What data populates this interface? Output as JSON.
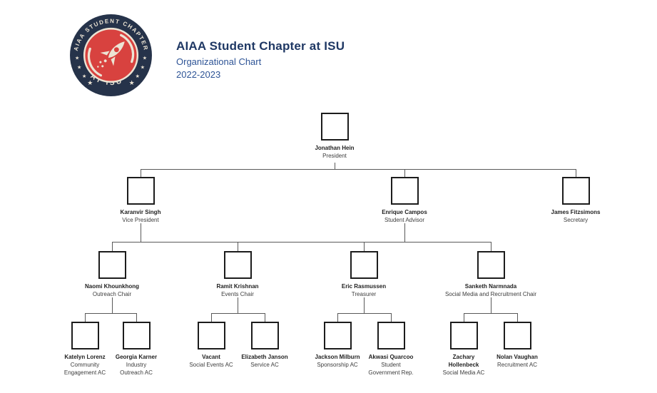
{
  "header": {
    "title": "AIAA Student Chapter at ISU",
    "subtitle": "Organizational Chart",
    "year": "2022-2023",
    "title_color": "#1f3864",
    "subtitle_color": "#2e5496"
  },
  "logo": {
    "top_text": "AIAA STUDENT CHAPTER",
    "bottom_text": "AT ISU™",
    "navy": "#26334a",
    "red": "#d8423f",
    "cream": "#ece4d4",
    "star_icon": "★",
    "center_icon": "rocket"
  },
  "org": {
    "nodes": [
      {
        "name": "Jonathan Hein",
        "role": "President"
      },
      {
        "name": "Karanvir Singh",
        "role": "Vice President"
      },
      {
        "name": "Enrique Campos",
        "role": "Student Advisor"
      },
      {
        "name": "James Fitzsimons",
        "role": "Secretary"
      },
      {
        "name": "Naomi Khounkhong",
        "role": "Outreach Chair"
      },
      {
        "name": "Ramit Krishnan",
        "role": "Events Chair"
      },
      {
        "name": "Eric Rasmussen",
        "role": "Treasurer"
      },
      {
        "name": "Sanketh Narmnada",
        "role": "Social Media and Recruitment Chair"
      },
      {
        "name": "Katelyn Lorenz",
        "role": "Community\nEngagement AC"
      },
      {
        "name": "Georgia Karner",
        "role": "Industry\nOutreach AC"
      },
      {
        "name": "Vacant",
        "role": "Social Events AC"
      },
      {
        "name": "Elizabeth Janson",
        "role": "Service AC"
      },
      {
        "name": "Jackson Milburn",
        "role": "Sponsorship AC"
      },
      {
        "name": "Akwasi Quarcoo",
        "role": "Student\nGovernment Rep."
      },
      {
        "name": "Zachary\nHollenbeck",
        "role": "Social Media AC"
      },
      {
        "name": "Nolan Vaughan",
        "role": "Recruitment AC"
      }
    ]
  }
}
